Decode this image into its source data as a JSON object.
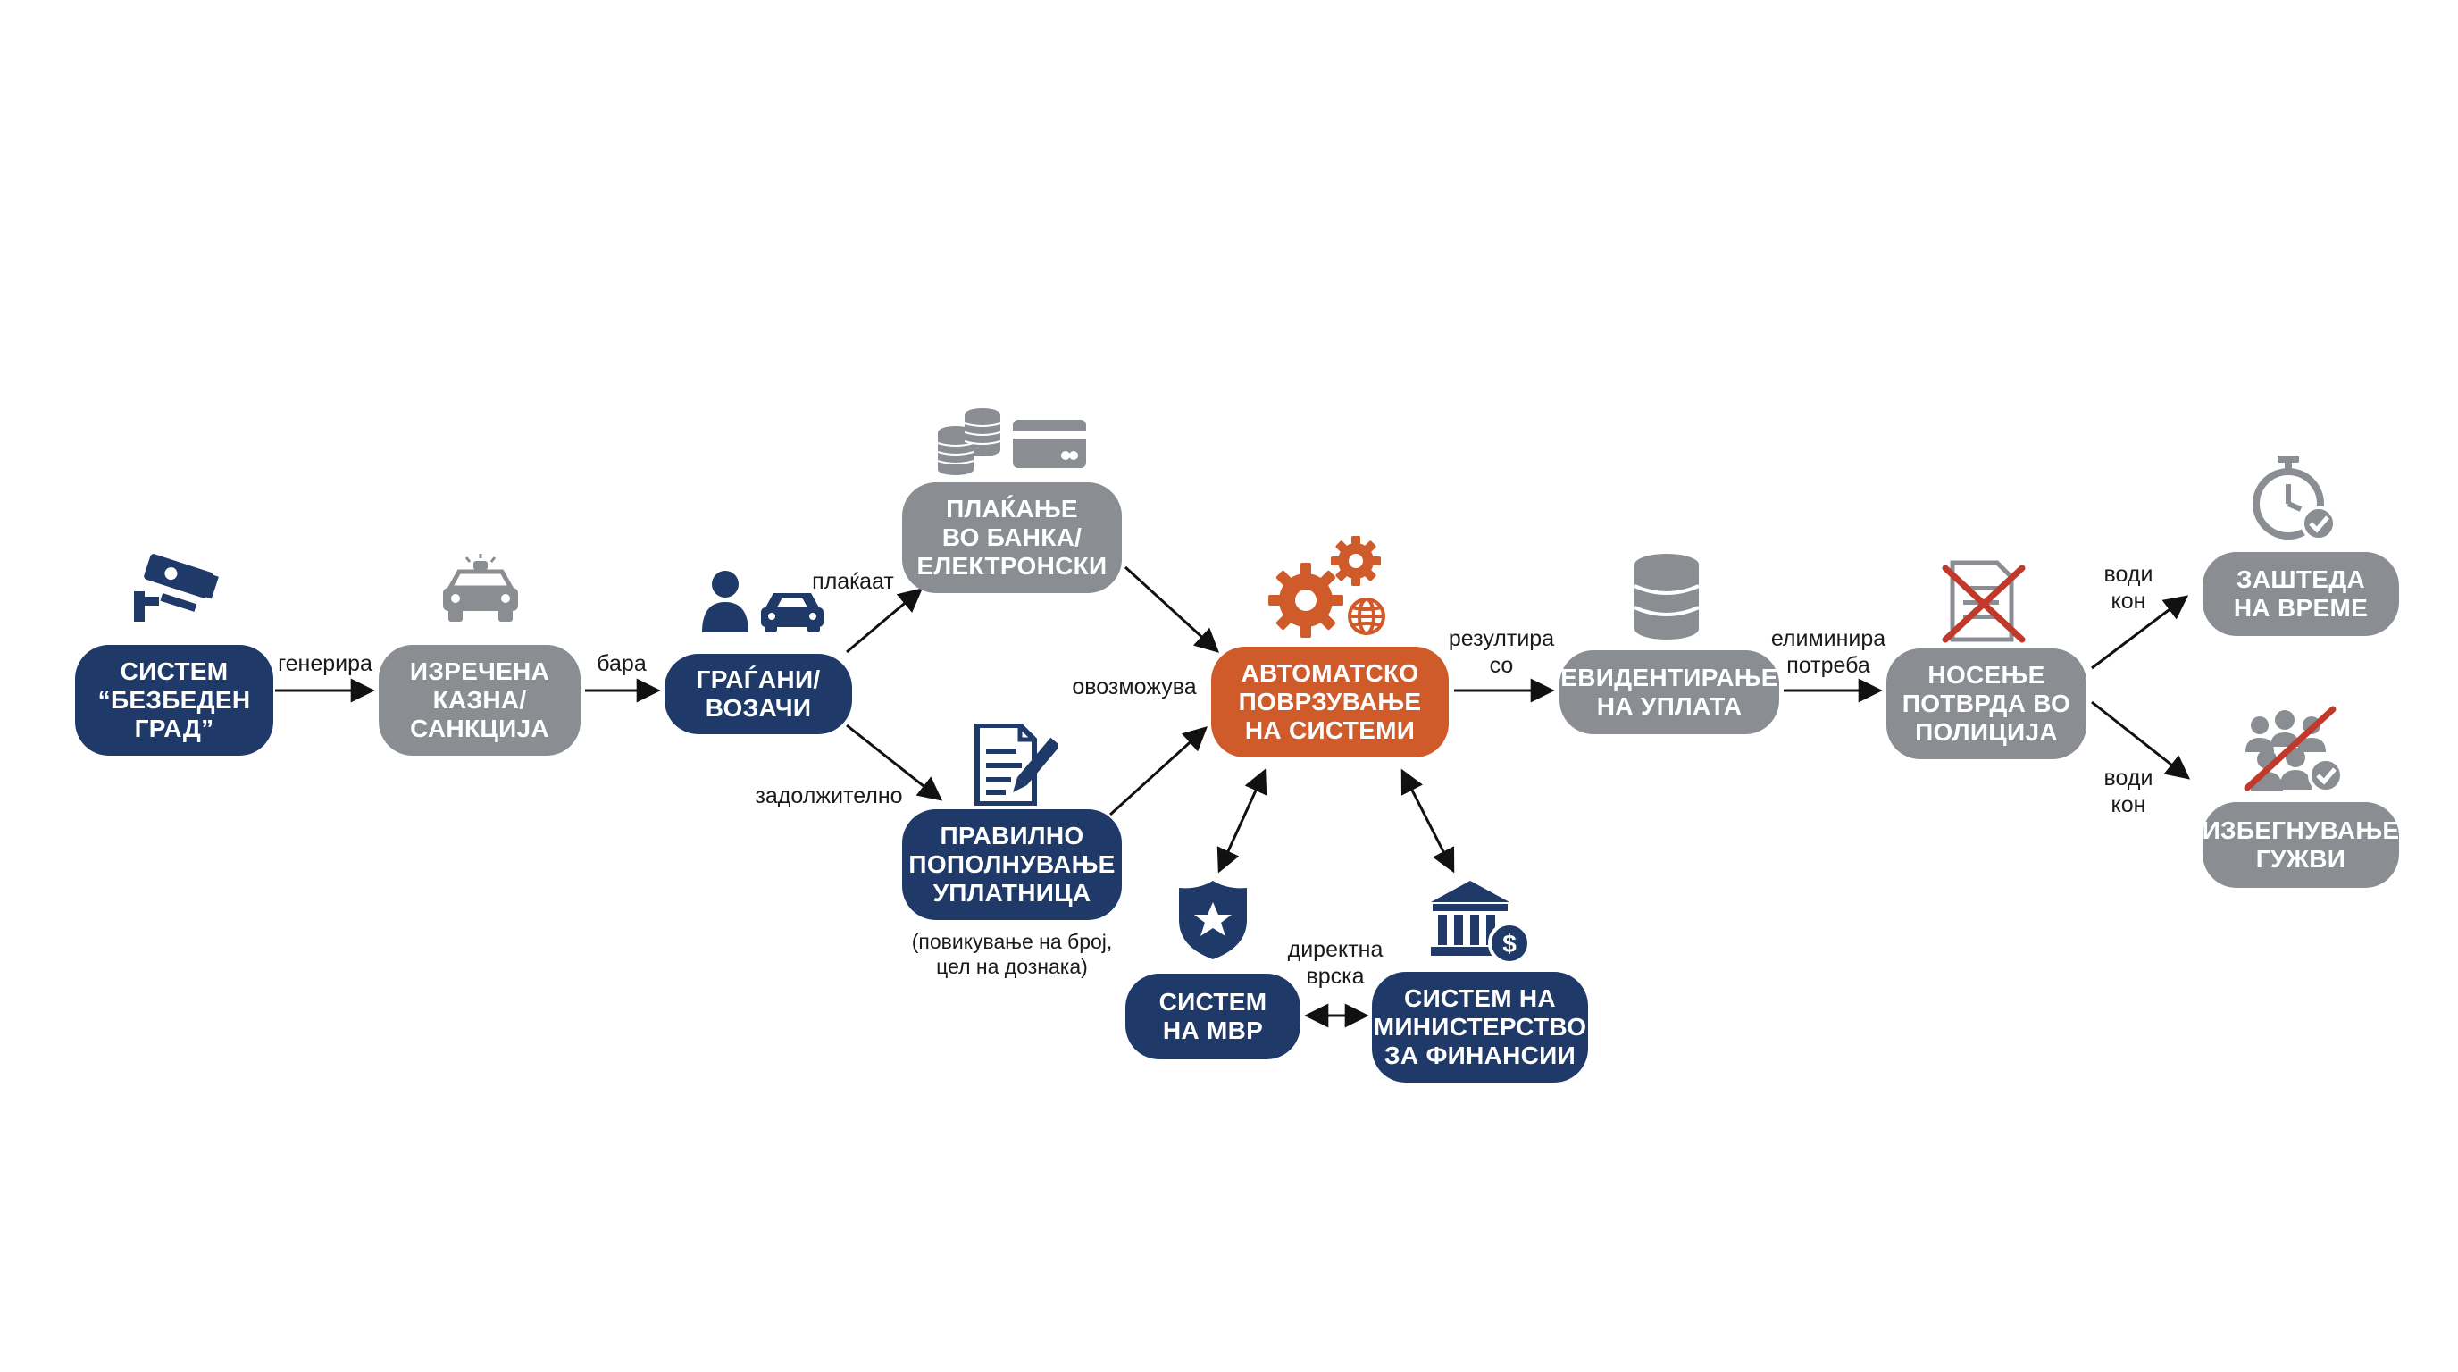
{
  "nodes": {
    "bezbeden_grad": {
      "line1": "СИСТЕМ",
      "line2": "“БЕЗБЕДЕН",
      "line3": "ГРАД”"
    },
    "izrechena_kazna": {
      "line1": "ИЗРЕЧЕНА",
      "line2": "КАЗНА/",
      "line3": "САНКЦИЈА"
    },
    "gragjani": {
      "line1": "ГРАЃАНИ/",
      "line2": "ВОЗАЧИ"
    },
    "plakjanje": {
      "line1": "ПЛАЌАЊЕ",
      "line2": "ВО БАНКА/",
      "line3": "ЕЛЕКТРОНСКИ"
    },
    "popolnuvanje": {
      "line1": "ПРАВИЛНО",
      "line2": "ПОПОЛНУВАЊЕ",
      "line3": "УПЛАТНИЦА"
    },
    "avtomatsko": {
      "line1": "АВТОМАТСКО",
      "line2": "ПОВРЗУВАЊЕ",
      "line3": "НА СИСТЕМИ"
    },
    "sistem_mvr": {
      "line1": "СИСТЕМ",
      "line2": "НА МВР"
    },
    "ministerstvo": {
      "line1": "СИСТЕМ НА",
      "line2": "МИНИСТЕРСТВО",
      "line3": "ЗА ФИНАНСИИ"
    },
    "evidentiranje": {
      "line1": "ЕВИДЕНТИРАЊЕ",
      "line2": "НА УПЛАТА"
    },
    "nosenje": {
      "line1": "НОСЕЊЕ",
      "line2": "ПОТВРДА ВО",
      "line3": "ПОЛИЦИЈА"
    },
    "zashteda": {
      "line1": "ЗАШТЕДА",
      "line2": "НА ВРЕМЕ"
    },
    "izbegnuvanje": {
      "line1": "ИЗБЕГНУВАЊЕ",
      "line2": "ГУЖВИ"
    }
  },
  "labels": {
    "generira": "генерира",
    "bara": "бара",
    "plakjaat": "плаќаат",
    "zadolzhitelno": "задолжително",
    "ovozmozhuva": "овозможува",
    "rezultira_1": "резултира",
    "rezultira_2": "со",
    "eliminira_1": "елиминира",
    "eliminira_2": "потреба",
    "vodi_kon_top_1": "води",
    "vodi_kon_top_2": "кон",
    "vodi_kon_bottom_1": "води",
    "vodi_kon_bottom_2": "кон",
    "direktna_1": "директна",
    "direktna_2": "врска"
  },
  "notes": {
    "popolnuvanje_note_1": "(повикување на број,",
    "popolnuvanje_note_2": "цел на дознака)"
  },
  "icons": {
    "camera": "cctv-camera-icon",
    "police_car": "police-car-icon",
    "person_car": "person-and-car-icon",
    "coins_card": "coins-and-card-icon",
    "form_pen": "form-with-pen-icon",
    "gears_globe": "gears-and-globe-icon",
    "police_badge": "police-badge-icon",
    "bank": "bank-dollar-icon",
    "database": "database-icon",
    "crossed_doc": "crossed-document-icon",
    "stopwatch": "stopwatch-check-icon",
    "crowd": "crossed-crowd-icon"
  },
  "colors": {
    "navy": "#1f3a68",
    "gray": "#8a8e92",
    "orange": "#cf5a2a",
    "red": "#c0392b"
  }
}
